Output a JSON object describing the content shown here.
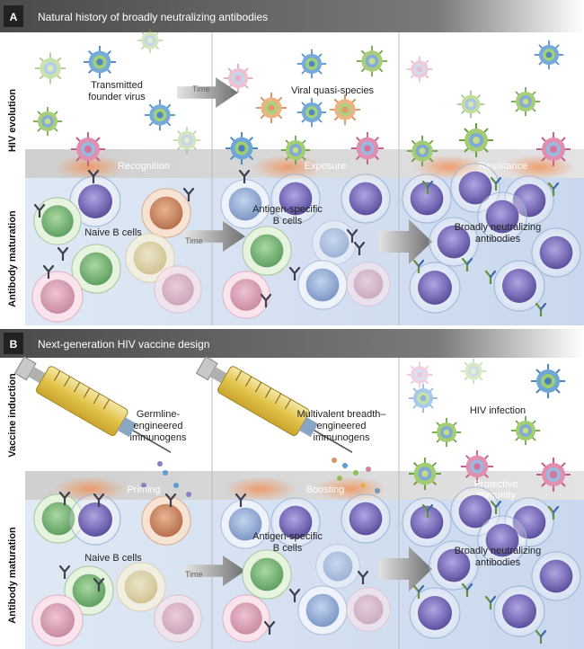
{
  "panel_a": {
    "letter": "A",
    "title": "Natural history of broadly neutralizing antibodies",
    "row_top_label": "HIV evolution",
    "row_bottom_label": "Antibody maturation",
    "transmitted": "Transmitted\nfounder virus",
    "quasi": "Viral quasi-species",
    "time1": "Time",
    "time2": "Time",
    "recognition": "Recognition",
    "exposure": "Exposure",
    "resistance": "Resistance",
    "naive": "Naive B cells",
    "antigen_specific": "Antigen-specific\nB cells",
    "bnab": "Broadly neutralizing\nantibodies"
  },
  "panel_b": {
    "letter": "B",
    "title": "Next-generation HIV vaccine design",
    "row_top_label": "Vaccine induction",
    "row_bottom_label": "Antibody maturation",
    "germline": "Germline-\nengineered\nimmunogens",
    "multivalent": "Multivalent breadth–\nengineered\nimmunogens",
    "hiv_infection": "HIV infection",
    "priming": "Priming",
    "boosting": "Boosting",
    "protective": "Protective\nimmunity",
    "naive": "Naive B cells",
    "time": "Time",
    "antigen_specific": "Antigen-specific\nB cells",
    "bnab": "Broadly neutralizing\nantibodies"
  },
  "colors": {
    "header_bg": "#5a5a5a",
    "band_bg": "#d8d8d8",
    "b_cell_bg": "#e6eef6",
    "virus_green": "#8fbf5a",
    "virus_blue": "#5d9bd1",
    "virus_pink": "#d77ea0",
    "b_cell_purple": "#8a7fc4",
    "b_cell_green": "#7fbf7f",
    "b_cell_orange": "#d9926a",
    "syringe_yellow": "#e7c64d"
  }
}
